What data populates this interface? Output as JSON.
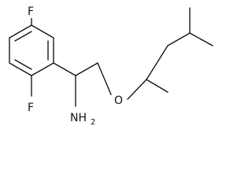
{
  "molecule": {
    "atom_labels": {
      "fluorine_top": "F",
      "fluorine_bottom": "F",
      "amine": "NH",
      "amine_subscript": "2",
      "ether_oxygen": "O"
    },
    "colors": {
      "bond": "#111111",
      "background": "#ffffff"
    }
  }
}
